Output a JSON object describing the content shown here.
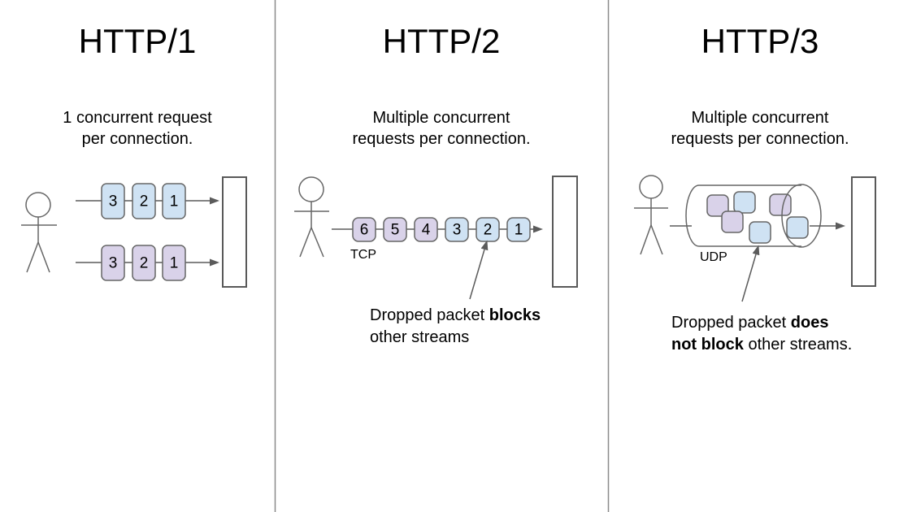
{
  "panels": [
    {
      "title": "HTTP/1",
      "subtitle": [
        "1 concurrent request",
        "per connection."
      ],
      "streams": [
        [
          "3",
          "2",
          "1"
        ],
        [
          "3",
          "2",
          "1"
        ]
      ]
    },
    {
      "title": "HTTP/2",
      "subtitle": [
        "Multiple concurrent",
        "requests per connection."
      ],
      "packets": [
        "6",
        "5",
        "4",
        "3",
        "2",
        "1"
      ],
      "transport_label": "TCP",
      "annotation": {
        "line1_normal": "Dropped packet ",
        "line1_bold": "blocks",
        "line2_normal": "other streams"
      }
    },
    {
      "title": "HTTP/3",
      "subtitle": [
        "Multiple concurrent",
        "requests per connection."
      ],
      "transport_label": "UDP",
      "annotation": {
        "line1_normal": "Dropped packet ",
        "line1_bold": "does",
        "line2_bold": "not block",
        "line2_normal": " other streams."
      }
    }
  ],
  "colors": {
    "packet_blue": "#cfe2f3",
    "packet_purple": "#d9d2e9",
    "outline_gray": "#666666",
    "divider_gray": "#8a8a8a"
  }
}
